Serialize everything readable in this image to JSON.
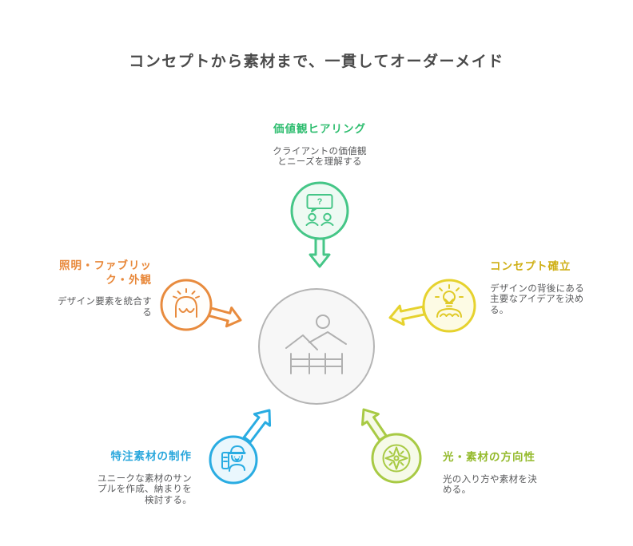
{
  "title": "コンセプトから素材まで、一貫してオーダーメイド",
  "center": {
    "icon": "landscape-icon"
  },
  "colors": {
    "green": "#45c687",
    "green_text": "#2ebd6f",
    "yellow": "#e6d22e",
    "yellow_text": "#cfaf15",
    "orange": "#e88b3d",
    "orange_text": "#e8883a",
    "blue": "#29ace2",
    "blue_text": "#2aa7dc",
    "lime": "#a8ca44",
    "lime_text": "#94ba2c",
    "center_gray": "#b5b5b5",
    "heading_text": "#4a4a4a",
    "desc_text": "#58595b"
  },
  "nodes": [
    {
      "id": "values-hearing",
      "title": "価値観ヒアリング",
      "desc_lines": [
        "クライアントの価値観",
        "とニーズを理解する"
      ],
      "icon": "people-chat-icon",
      "icon_glyph": "?",
      "color": "#2ebd6f",
      "position": "top"
    },
    {
      "id": "concept",
      "title": "コンセプト確立",
      "desc_lines": [
        "デザインの背後にある",
        "主要なアイデアを決め",
        "る。"
      ],
      "icon": "idea-person-icon",
      "color": "#cfaf15",
      "position": "right"
    },
    {
      "id": "lighting-fabric-appearance",
      "title_lines": [
        "照明・ファブリッ",
        "ク・外観"
      ],
      "desc_lines": [
        "デザイン要素を統合す",
        "る"
      ],
      "icon": "awning-icon",
      "color": "#e8883a",
      "position": "left"
    },
    {
      "id": "custom-material",
      "title": "特注素材の制作",
      "desc_lines": [
        "ユニークな素材のサン",
        "プルを作成、納まりを",
        "検討する。"
      ],
      "icon": "craftsman-icon",
      "color": "#2aa7dc",
      "position": "bottom-left"
    },
    {
      "id": "light-material-direction",
      "title": "光・素材の方向性",
      "desc_lines": [
        "光の入り方や素材を決",
        "める。"
      ],
      "icon": "compass-icon",
      "color": "#94ba2c",
      "position": "bottom-right"
    }
  ]
}
